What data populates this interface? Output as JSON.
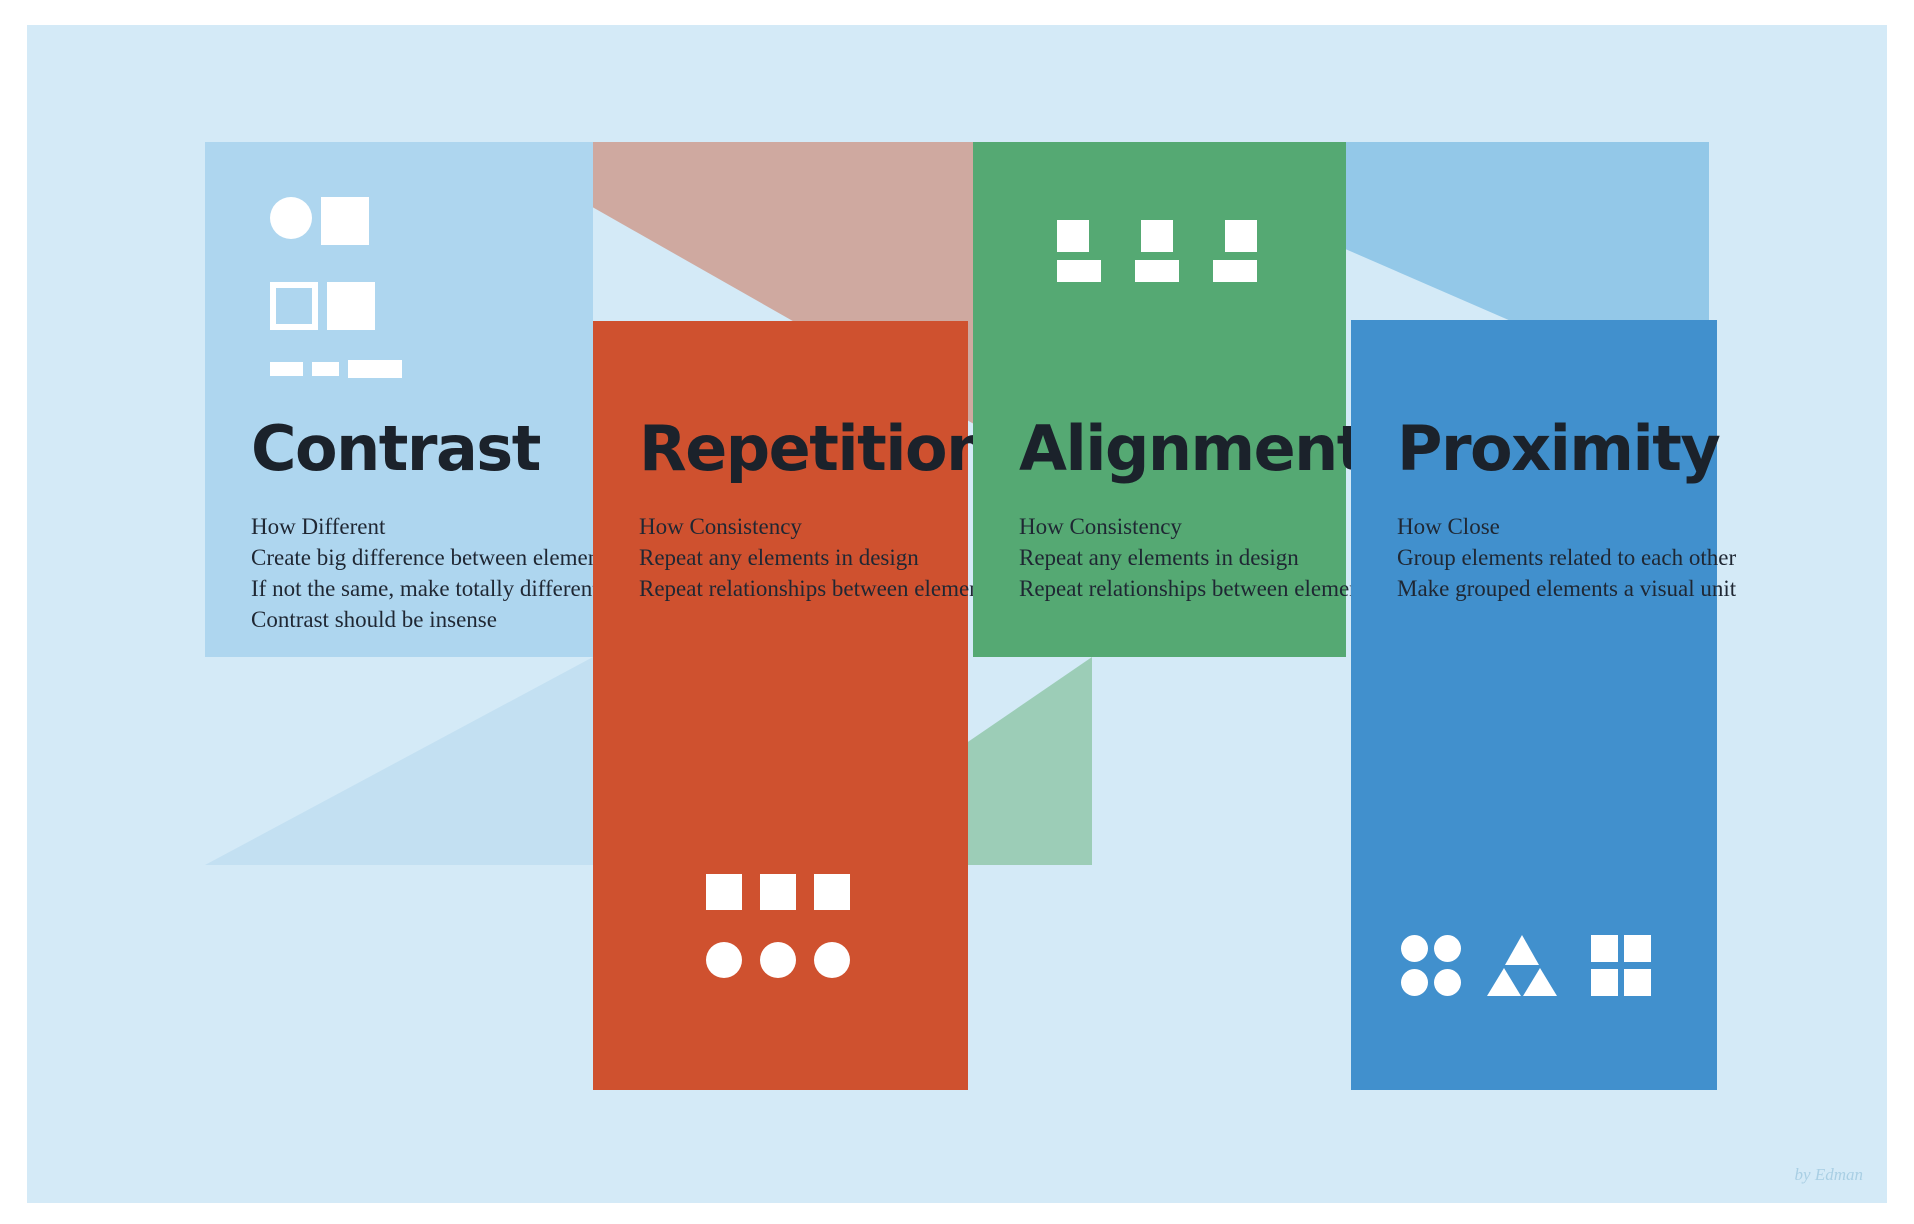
{
  "canvas": {
    "background": "#d4eaf7",
    "page_background": "#ffffff"
  },
  "byline": "by Edman",
  "panels": [
    {
      "key": "contrast",
      "title": "Contrast",
      "color": "#aed6ef",
      "shadow_color": "#c3e0f2",
      "lines": [
        "How Different",
        "Create big difference between elements",
        "If not the same, make totally different",
        "Contrast should be insense"
      ],
      "icons_position": "top",
      "icon_set": [
        "circle-icon",
        "filled-square-icon",
        "outlined-square-icon",
        "filled-square-icon",
        "small-dash-icon",
        "small-dash-icon",
        "wide-dash-icon"
      ]
    },
    {
      "key": "repetition",
      "title": "Repetition",
      "color": "#cf512f",
      "shadow_color": "#cfa9a0",
      "lines": [
        "How Consistency",
        "Repeat any elements in design",
        "Repeat relationships between elements"
      ],
      "icons_position": "bottom",
      "icon_set": [
        "square-icon",
        "square-icon",
        "square-icon",
        "circle-icon",
        "circle-icon",
        "circle-icon"
      ]
    },
    {
      "key": "alignment",
      "title": "Alignment",
      "color": "#55a973",
      "shadow_color": "#9ccdb7",
      "lines": [
        "How Consistency",
        "Repeat any elements in design",
        "Repeat relationships between elements"
      ],
      "icons_position": "top",
      "icon_set": [
        "align-left-icon",
        "align-center-icon",
        "align-right-icon"
      ]
    },
    {
      "key": "proximity",
      "title": "Proximity",
      "color": "#4190cd",
      "shadow_color": "#93c8e8",
      "lines": [
        "How Close",
        "Group elements related to each other",
        "Make grouped elements a visual unit"
      ],
      "icons_position": "bottom",
      "icon_set": [
        "circle-group-icon",
        "triangle-group-icon",
        "square-group-icon"
      ]
    }
  ]
}
